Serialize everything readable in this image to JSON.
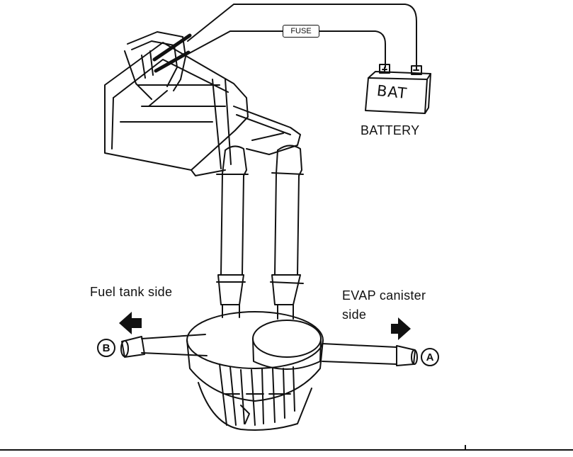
{
  "labels": {
    "fuse": "FUSE",
    "bat": "BAT",
    "battery": "BATTERY",
    "fuel_tank_side": "Fuel tank side",
    "evap_line1": "EVAP canister",
    "evap_line2": "side",
    "port_b": "B",
    "port_a": "A"
  },
  "colors": {
    "ink": "#111111",
    "paper": "#ffffff"
  }
}
